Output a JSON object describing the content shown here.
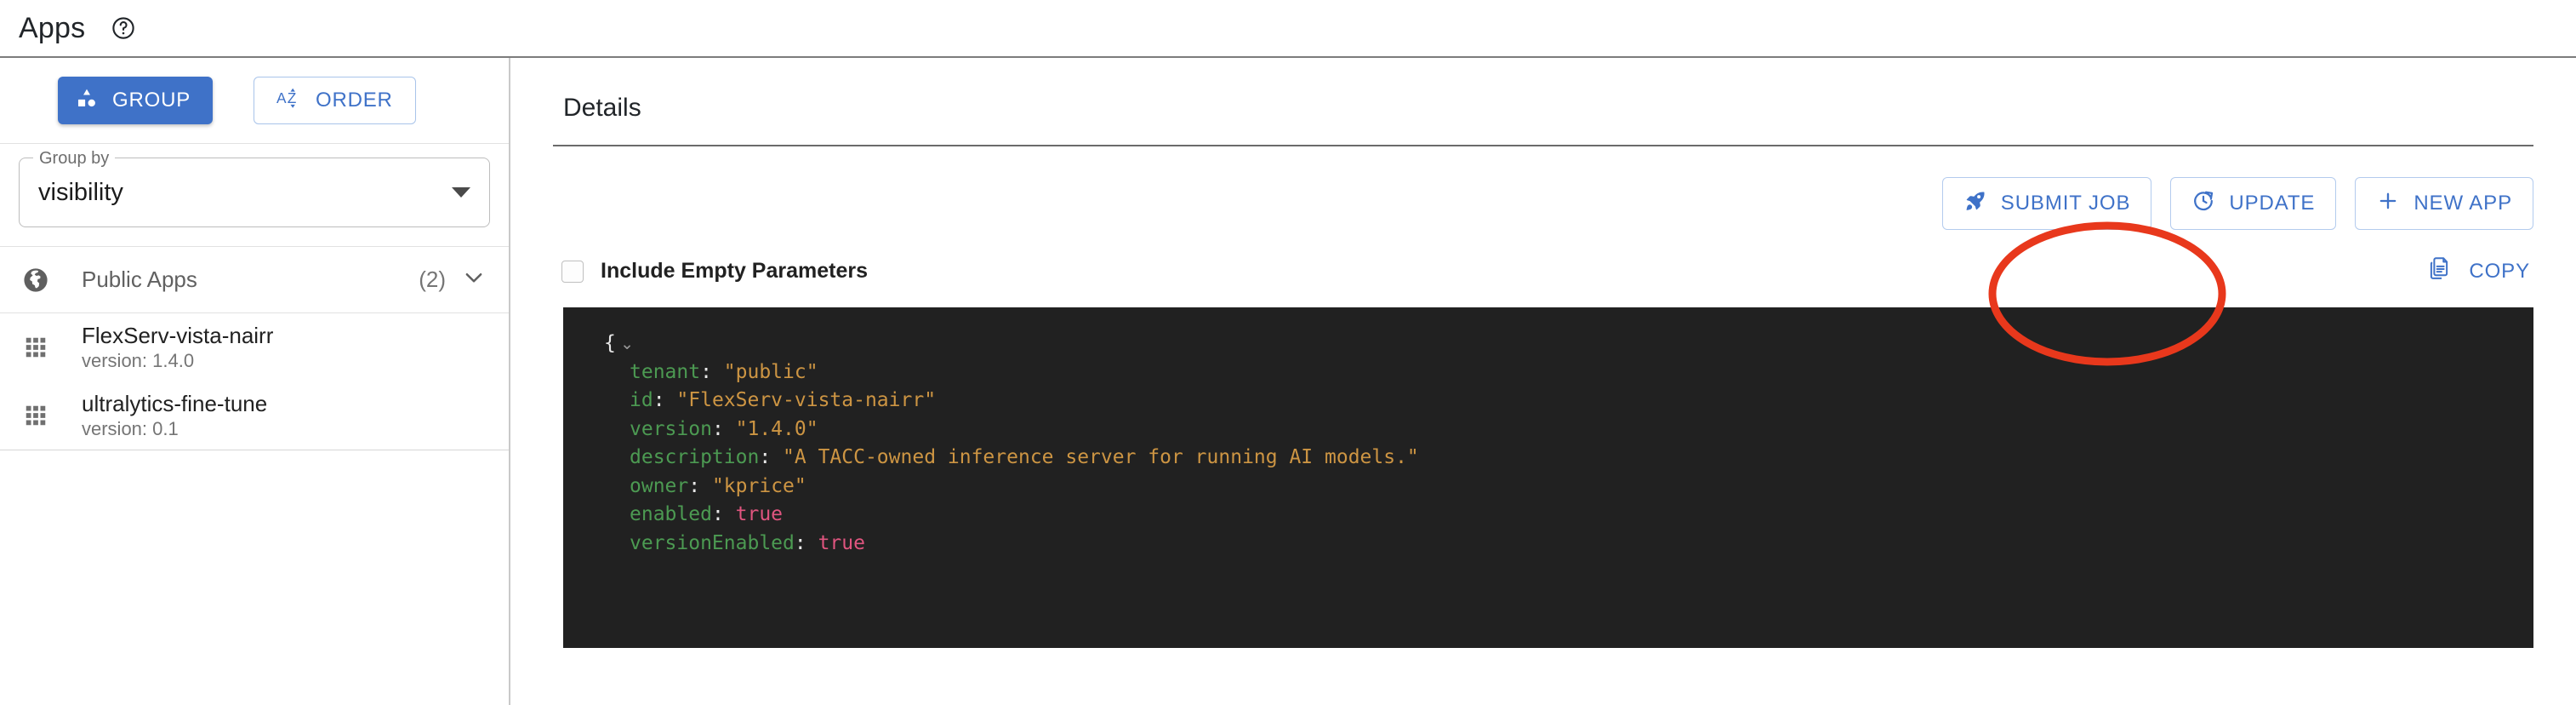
{
  "header": {
    "title": "Apps",
    "help_icon": "help-circle-icon"
  },
  "sidebar": {
    "group_button": {
      "label": "GROUP",
      "icon": "group-shapes-icon",
      "color": "#3f72c8"
    },
    "order_button": {
      "label": "ORDER",
      "icon": "sort-az-icon",
      "color": "#3f72c8"
    },
    "group_by": {
      "legend": "Group by",
      "value": "visibility",
      "caret_icon": "chevron-down-icon"
    },
    "groups": [
      {
        "icon": "globe-icon",
        "label": "Public Apps",
        "count": "(2)",
        "chevron_icon": "chevron-down-icon",
        "apps": [
          {
            "icon": "apps-grid-icon",
            "name": "FlexServ-vista-nairr",
            "version": "version: 1.4.0"
          },
          {
            "icon": "apps-grid-icon",
            "name": "ultralytics-fine-tune",
            "version": "version: 0.1"
          }
        ]
      }
    ]
  },
  "main": {
    "details_title": "Details",
    "actions": [
      {
        "label": "SUBMIT JOB",
        "icon": "rocket-icon"
      },
      {
        "label": "UPDATE",
        "icon": "refresh-clock-icon"
      },
      {
        "label": "NEW APP",
        "icon": "plus-icon"
      }
    ],
    "include_empty_parameters": {
      "label": "Include Empty Parameters",
      "checked": false
    },
    "copy_button": {
      "label": "COPY",
      "icon": "copy-documents-icon"
    },
    "code_block": {
      "open_brace": "{",
      "fold_icon": "chevron-down-icon",
      "lines": [
        {
          "key": "tenant",
          "value": "\"public\"",
          "type": "string"
        },
        {
          "key": "id",
          "value": "\"FlexServ-vista-nairr\"",
          "type": "string"
        },
        {
          "key": "version",
          "value": "\"1.4.0\"",
          "type": "string"
        },
        {
          "key": "description",
          "value": "\"A TACC-owned inference server for running AI models.\"",
          "type": "string"
        },
        {
          "key": "owner",
          "value": "\"kprice\"",
          "type": "string"
        },
        {
          "key": "enabled",
          "value": "true",
          "type": "boolean"
        },
        {
          "key": "versionEnabled",
          "value": "true",
          "type": "boolean"
        }
      ]
    }
  },
  "annotation": {
    "shape": "ellipse",
    "color": "#e8381c",
    "targets": "SUBMIT JOB"
  },
  "colors": {
    "accent_blue": "#3f72c8",
    "code_bg": "#212121",
    "key_green": "#4c9a52",
    "string_orange": "#cd9543",
    "bool_pink": "#e0557f",
    "annotation_red": "#e8381c"
  }
}
